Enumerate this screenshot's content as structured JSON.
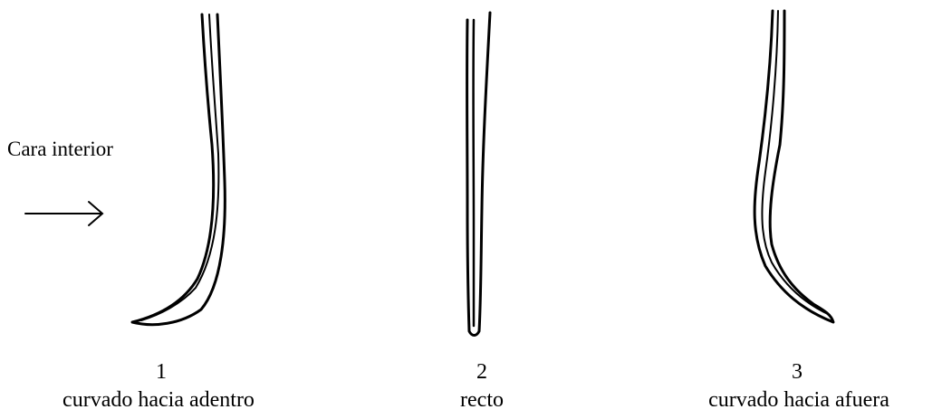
{
  "side_label": "Cara interior",
  "shapes": [
    {
      "number": "1",
      "caption": "curvado hacia adentro"
    },
    {
      "number": "2",
      "caption": "recto"
    },
    {
      "number": "3",
      "caption": "curvado hacia afuera"
    }
  ],
  "colors": {
    "ink": "#000000",
    "background": "#ffffff"
  },
  "icons": {
    "pointer": "arrow-right-icon"
  }
}
